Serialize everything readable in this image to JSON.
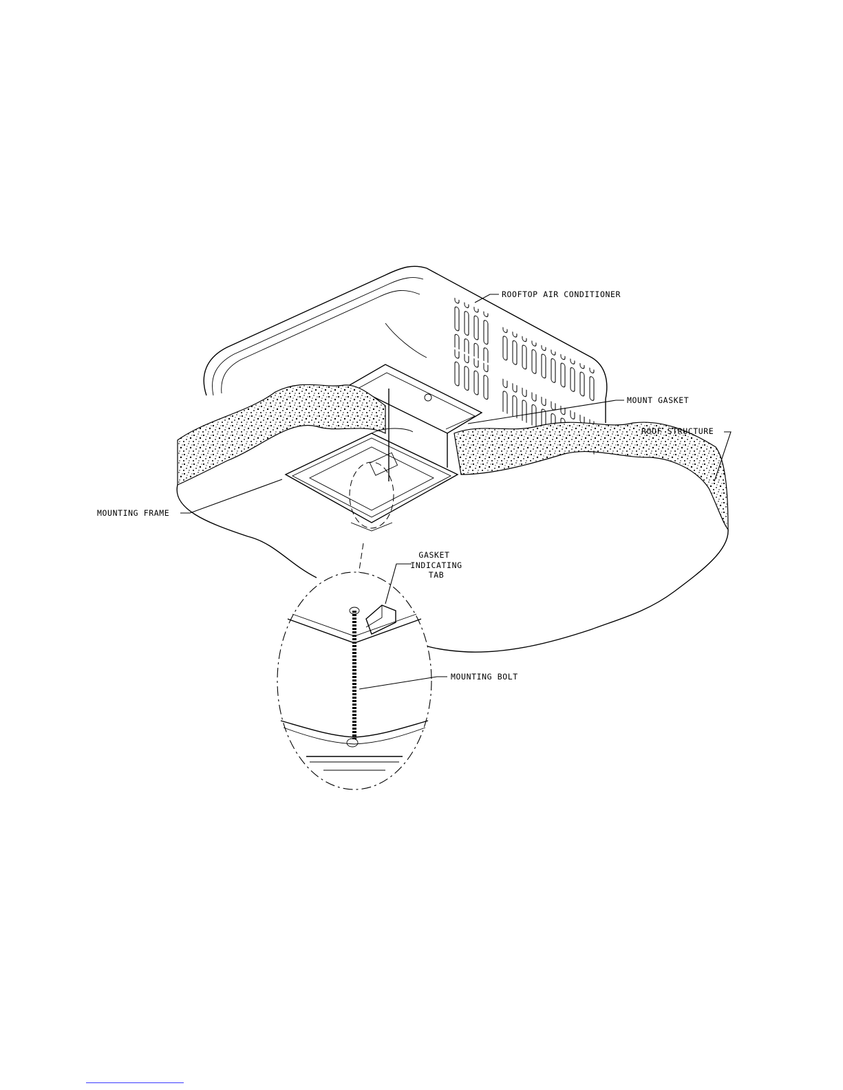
{
  "labels": {
    "rooftop_ac": "ROOFTOP AIR CONDITIONER",
    "mount_gasket": "MOUNT GASKET",
    "roof_structure": "ROOF STRUCTURE",
    "mounting_frame": "MOUNTING FRAME",
    "gasket_tab_line1": "GASKET",
    "gasket_tab_line2": "INDICATING",
    "gasket_tab_line3": "TAB",
    "mounting_bolt": "MOUNTING BOLT"
  },
  "colors": {
    "line": "#000000",
    "background": "#ffffff",
    "footer_link": "#3a3aff"
  }
}
